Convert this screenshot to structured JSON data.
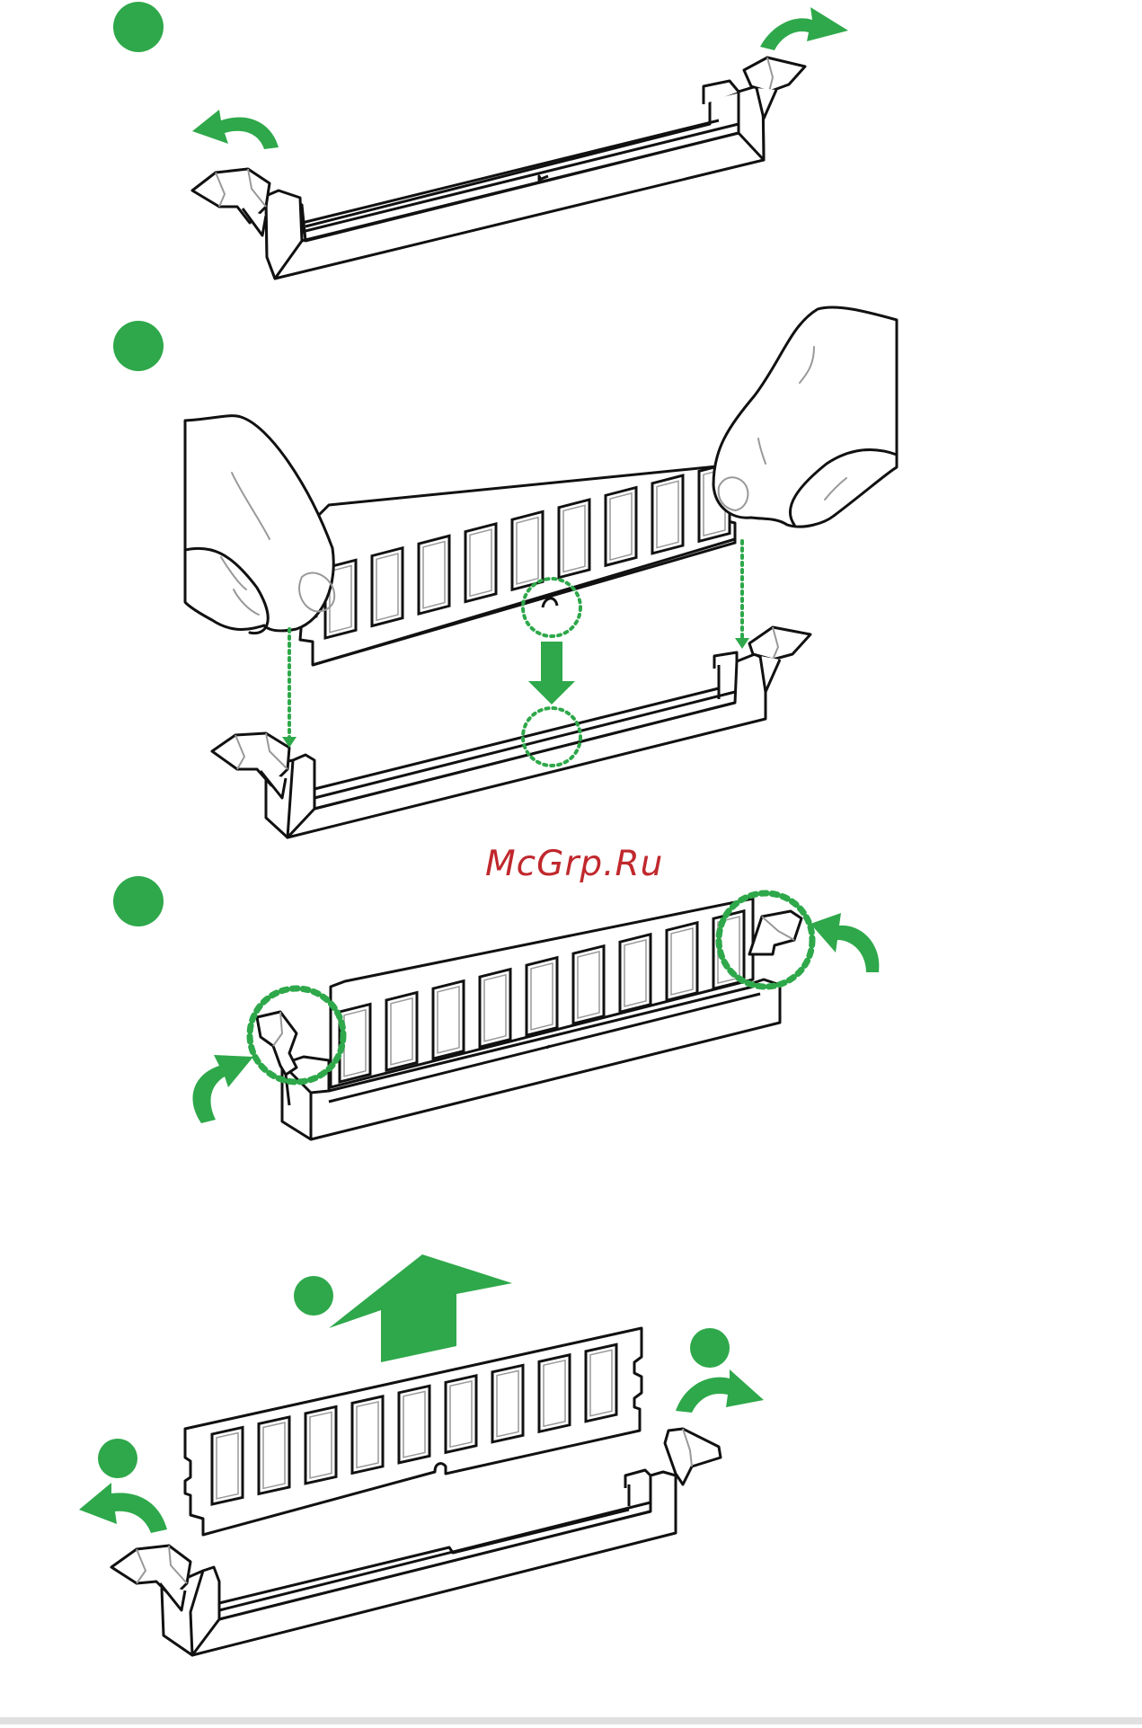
{
  "watermark": {
    "text": "McGrp.Ru",
    "color": "#c0282d"
  },
  "colors": {
    "accent_green": "#2ea84a",
    "line": "#111111",
    "fill": "#ffffff",
    "soft": "#999999"
  },
  "steps": [
    {
      "id": "step-1",
      "description_icon": "step-marker-dot"
    },
    {
      "id": "step-2",
      "description_icon": "step-marker-dot"
    },
    {
      "id": "step-3",
      "description_icon": "step-marker-dot"
    },
    {
      "id": "removal",
      "description_icon": "step-marker-dot"
    }
  ]
}
